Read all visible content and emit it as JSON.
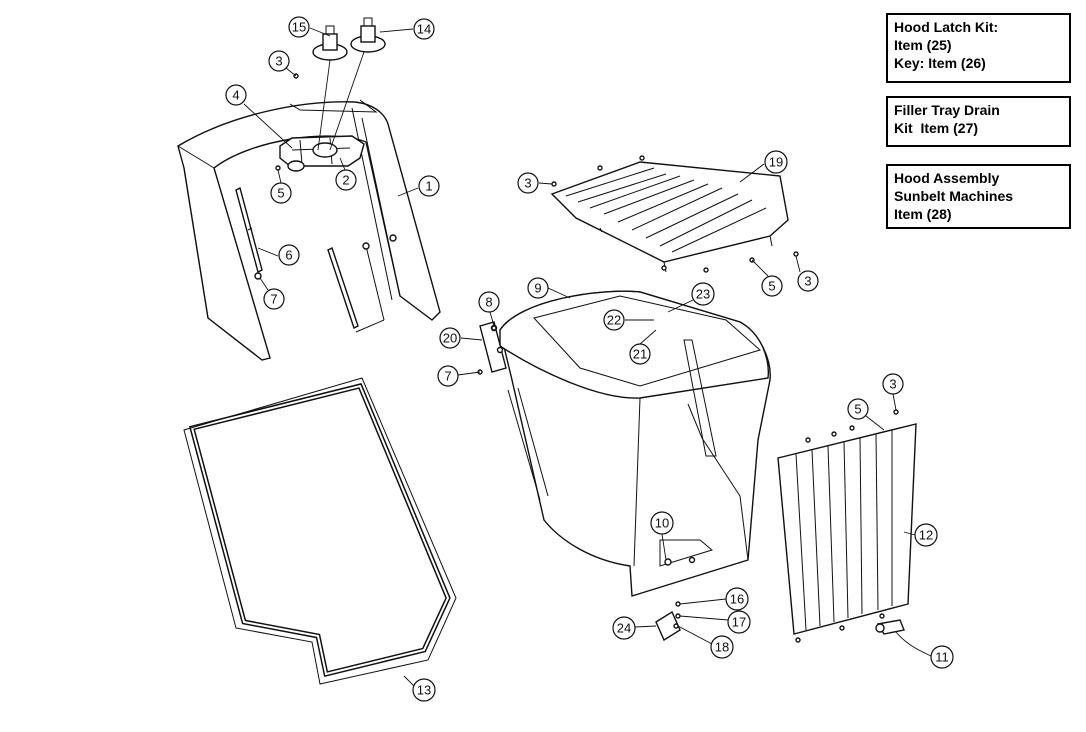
{
  "notes": {
    "latch": [
      "Hood Latch Kit:",
      "Item (25)",
      "Key: Item (26)"
    ],
    "filler": [
      "Filler Tray Drain",
      "Kit  Item (27)"
    ],
    "hood": [
      "Hood Assembly",
      "Sunbelt Machines",
      "Item (28)"
    ]
  },
  "callouts": [
    {
      "id": "c15",
      "label": "15"
    },
    {
      "id": "c14",
      "label": "14"
    },
    {
      "id": "c3a",
      "label": "3"
    },
    {
      "id": "c4",
      "label": "4"
    },
    {
      "id": "c2",
      "label": "2"
    },
    {
      "id": "c5a",
      "label": "5"
    },
    {
      "id": "c1",
      "label": "1"
    },
    {
      "id": "c6",
      "label": "6"
    },
    {
      "id": "c7a",
      "label": "7"
    },
    {
      "id": "c19",
      "label": "19"
    },
    {
      "id": "c3b",
      "label": "3"
    },
    {
      "id": "c5b",
      "label": "5"
    },
    {
      "id": "c3c",
      "label": "3"
    },
    {
      "id": "c9",
      "label": "9"
    },
    {
      "id": "c8",
      "label": "8"
    },
    {
      "id": "c23",
      "label": "23"
    },
    {
      "id": "c22",
      "label": "22"
    },
    {
      "id": "c20",
      "label": "20"
    },
    {
      "id": "c21",
      "label": "21"
    },
    {
      "id": "c7b",
      "label": "7"
    },
    {
      "id": "c3d",
      "label": "3"
    },
    {
      "id": "c5c",
      "label": "5"
    },
    {
      "id": "c12",
      "label": "12"
    },
    {
      "id": "c10",
      "label": "10"
    },
    {
      "id": "c16",
      "label": "16"
    },
    {
      "id": "c24",
      "label": "24"
    },
    {
      "id": "c17",
      "label": "17"
    },
    {
      "id": "c18",
      "label": "18"
    },
    {
      "id": "c11",
      "label": "11"
    },
    {
      "id": "c13",
      "label": "13"
    }
  ]
}
